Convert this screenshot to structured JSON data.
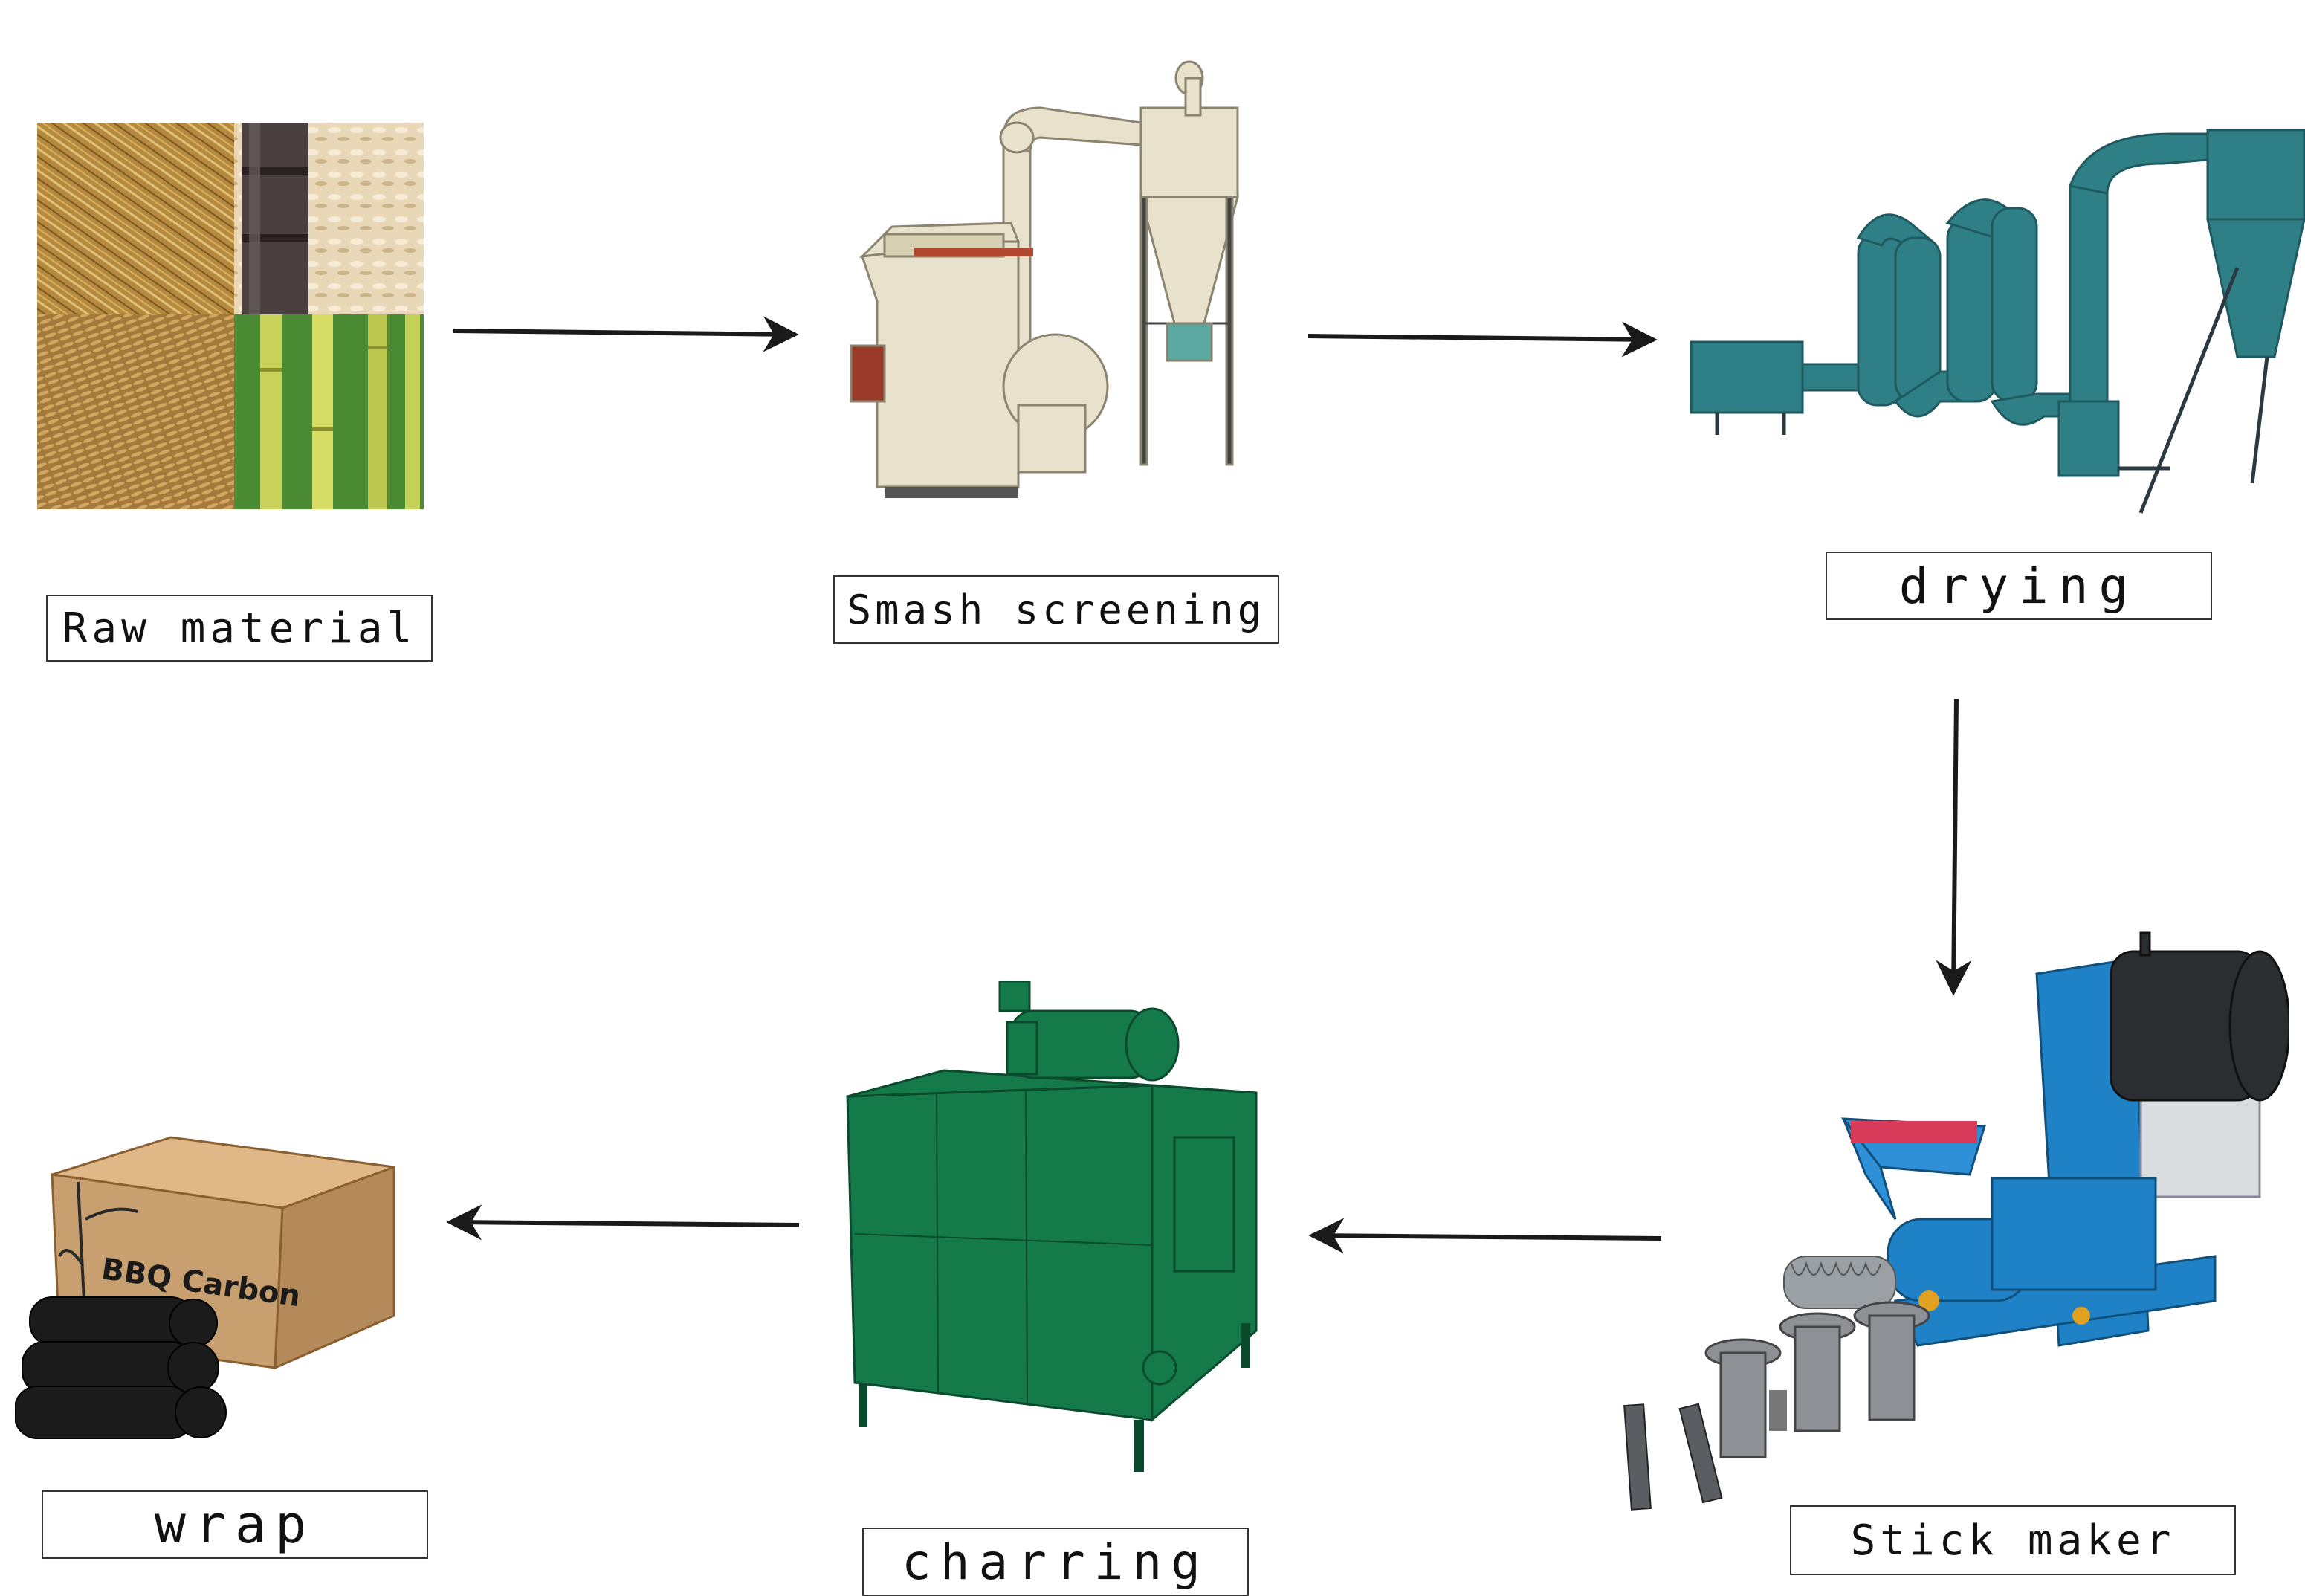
{
  "steps": {
    "raw_material": {
      "label": "Raw material"
    },
    "smash_screening": {
      "label": "Smash screening"
    },
    "drying": {
      "label": "drying"
    },
    "stick_maker": {
      "label": "Stick maker"
    },
    "charring": {
      "label": "charring"
    },
    "wrap": {
      "label": "wrap",
      "box_text": "BBQ Carbon"
    }
  },
  "colors": {
    "crusher": "#e8e2cc",
    "dryer": "#2f7f86",
    "stick_machine": "#1f82c6",
    "charring_furnace": "#147a4a",
    "box": "#c8a070",
    "arrow": "#1a1a1a"
  }
}
